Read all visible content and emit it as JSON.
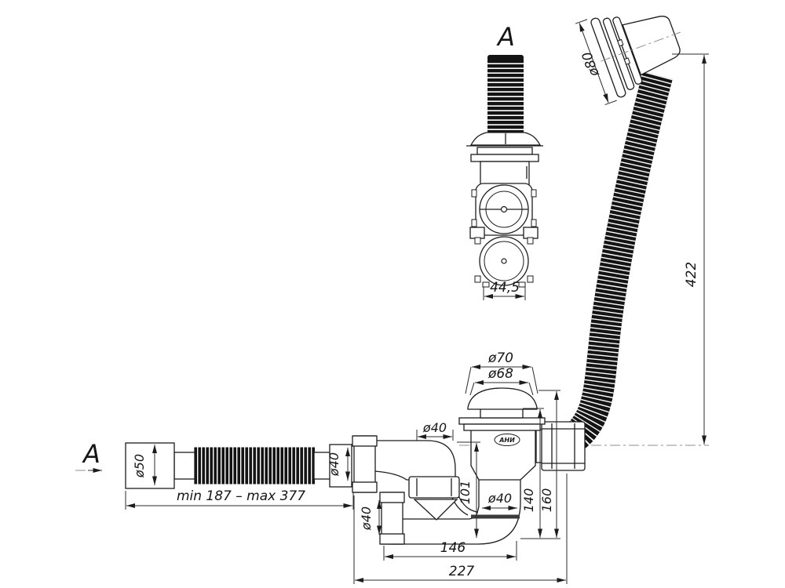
{
  "drawing": {
    "labels": {
      "section_a": "A",
      "view_a": "A",
      "logo": "АНИ"
    },
    "dims": {
      "section_width": "44,5",
      "overflow_head": "ø80",
      "hose_length": "422",
      "cap_outer": "ø70",
      "cap_inner": "ø68",
      "flex_inlet": "ø50",
      "flex_outlet": "ø40",
      "flex_length": "min 187 – max 377",
      "trap_branch": "ø40",
      "trap_bottom": "ø40",
      "valve_outlet": "ø40",
      "trap_height": "101",
      "valve_height": "140",
      "total_height": "160",
      "trap_width": "146",
      "total_width": "227"
    }
  }
}
